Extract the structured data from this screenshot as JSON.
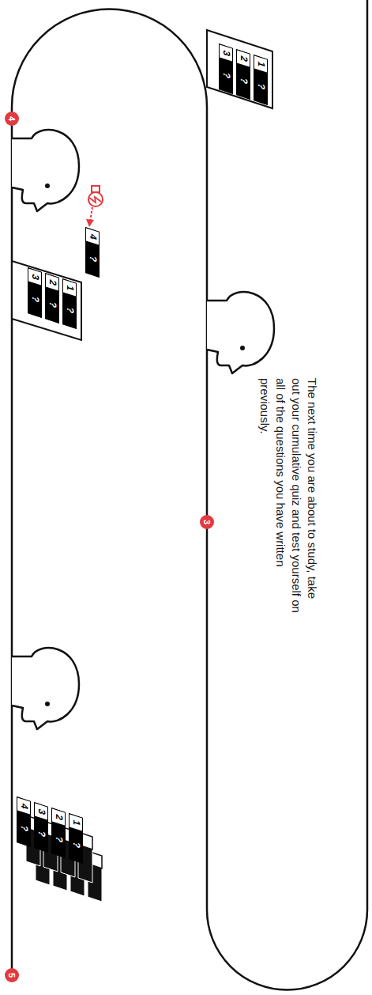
{
  "diagram": {
    "labels": [
      "The next time you are about to study, take out your cumulative quiz and test yourself on all of the questions you have written previously.",
      "3",
      "1",
      "?",
      "2",
      "?",
      "3",
      "?",
      "4",
      "4",
      "?",
      "1",
      "?",
      "2",
      "?",
      "3",
      "?",
      "1",
      "?",
      "2",
      "?",
      "3",
      "?",
      "4",
      "?",
      "5"
    ]
  }
}
